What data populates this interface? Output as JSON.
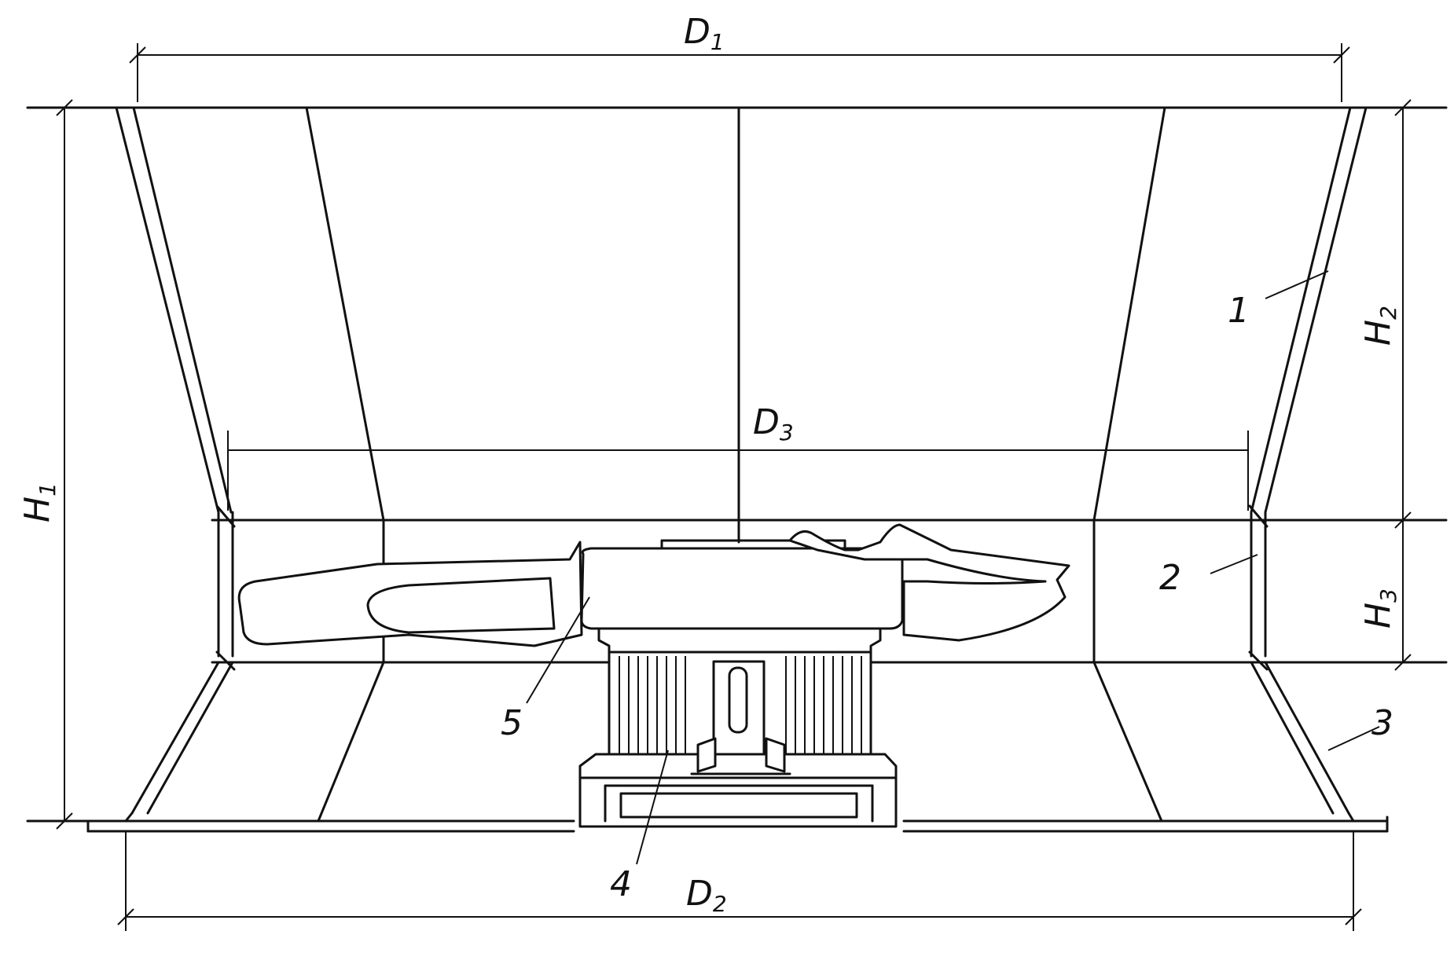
{
  "dimensions": {
    "d1": {
      "main": "D",
      "sub": "1"
    },
    "d2": {
      "main": "D",
      "sub": "2"
    },
    "d3": {
      "main": "D",
      "sub": "3"
    },
    "h1": {
      "main": "H",
      "sub": "1"
    },
    "h2": {
      "main": "H",
      "sub": "2"
    },
    "h3": {
      "main": "H",
      "sub": "3"
    }
  },
  "parts": {
    "p1": "1",
    "p2": "2",
    "p3": "3",
    "p4": "4",
    "p5": "5"
  }
}
